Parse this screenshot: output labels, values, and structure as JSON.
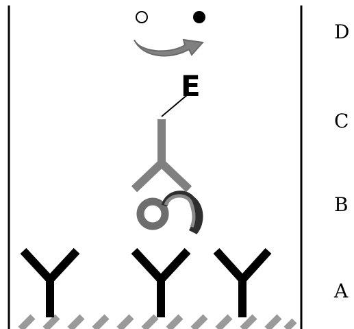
{
  "labels": {
    "layer_d": "D",
    "layer_c": "C",
    "layer_b": "B",
    "layer_a": "A",
    "enzyme": "E"
  },
  "colors": {
    "capture_antibody": "#000000",
    "detection_antibody": "#808080",
    "antigen": "#707070",
    "substrate": "#000000",
    "surface_hatch": "#9a9a9a",
    "well_wall": "#000000"
  },
  "icons": {
    "substrate_unconverted": "open-circle-icon",
    "substrate_converted": "filled-circle-icon",
    "reaction": "curved-arrow-icon"
  }
}
